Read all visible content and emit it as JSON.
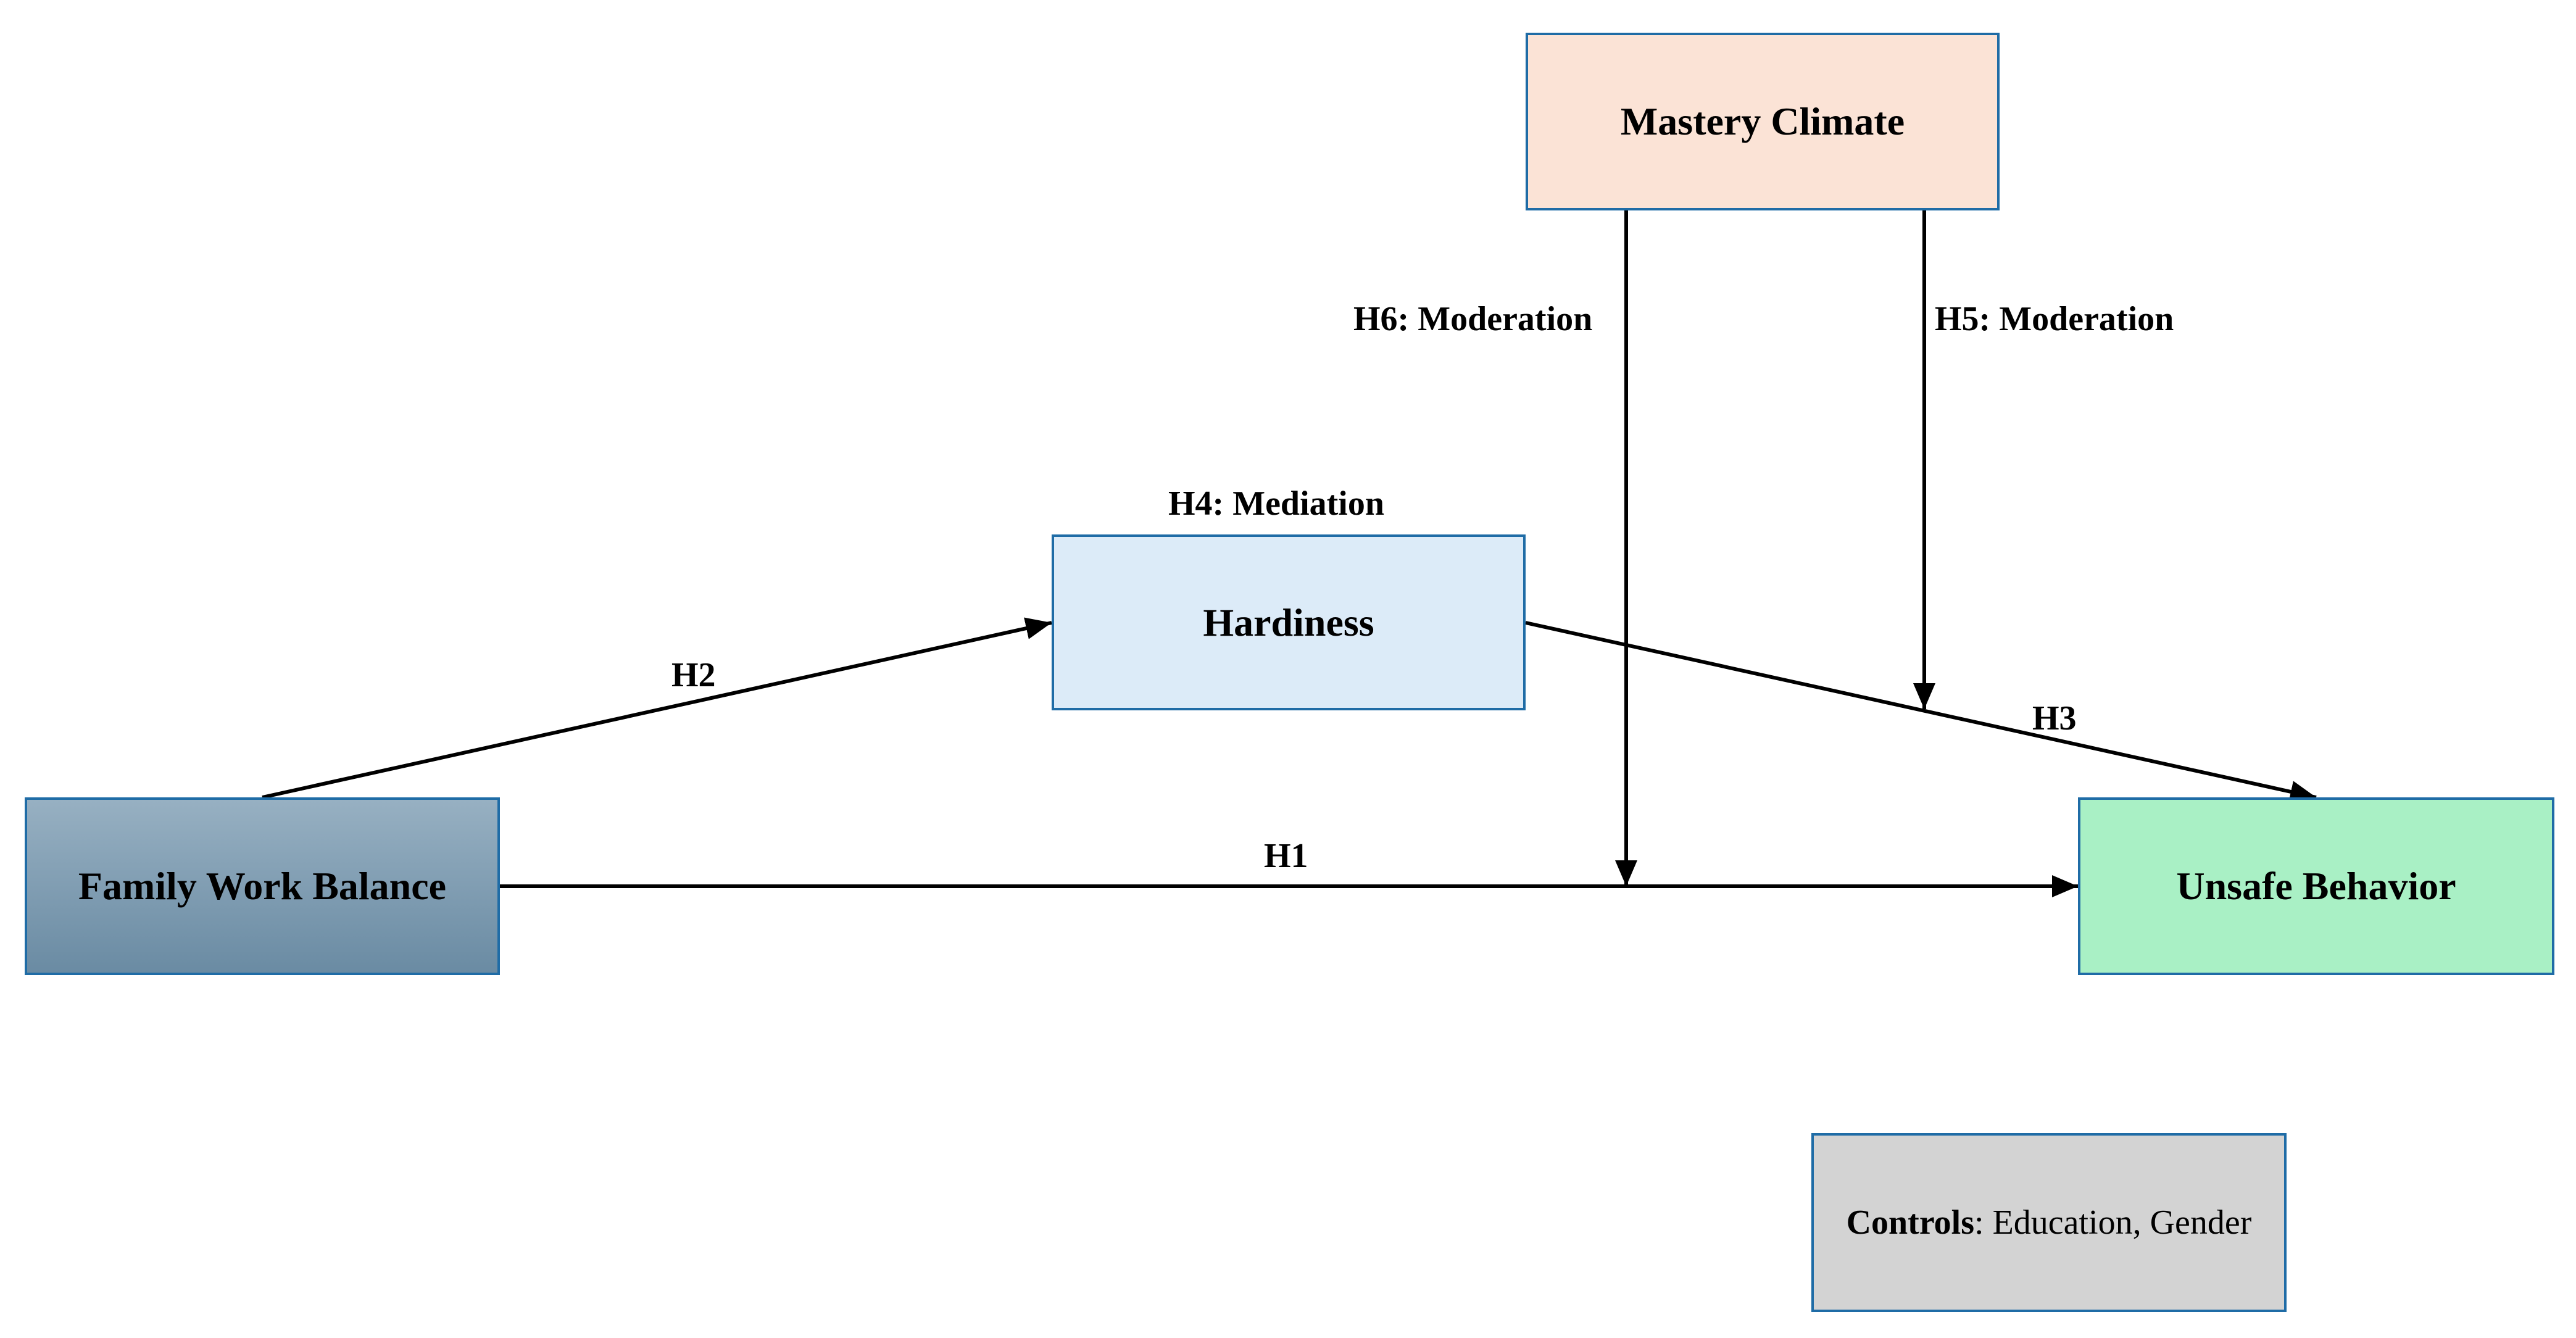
{
  "nodes": {
    "mastery_climate": "Mastery Climate",
    "hardiness": "Hardiness",
    "family_work_balance": "Family Work Balance",
    "unsafe_behavior": "Unsafe Behavior",
    "controls_label": "Controls",
    "controls_text": ": Education, Gender"
  },
  "paths": {
    "h1": "H1",
    "h2": "H2",
    "h3": "H3",
    "h4": "H4: Mediation",
    "h5": "H5: Moderation",
    "h6": "H6: Moderation"
  },
  "colors": {
    "mastery_fill": "#fbe3d6",
    "hardiness_fill": "#dcebf8",
    "family_work_balance_fill": "#7f9db3",
    "unsafe_behavior_fill": "#a9f0c5",
    "controls_fill": "#d3d3d3",
    "box_border": "#1f6ca6",
    "arrow": "#000000"
  }
}
